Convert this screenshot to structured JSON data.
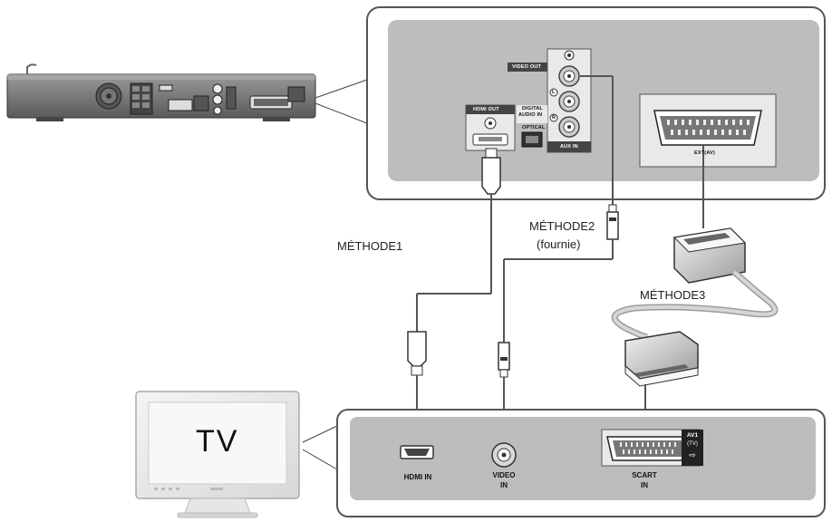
{
  "methods": {
    "method1": "MÉTHODE1",
    "method2_line1": "MÉTHODE2",
    "method2_line2": "(fournie)",
    "method3": "MÉTHODE3"
  },
  "player_panel": {
    "video_out": "VIDEO OUT",
    "hdmi_out": "HDMI OUT",
    "digital_audio_in": [
      "DIGITAL",
      "AUDIO IN"
    ],
    "optical": "OPTICAL",
    "aux_in": "AUX IN",
    "left": "L",
    "right": "R",
    "ext_av": "EXT(AV)"
  },
  "tv": {
    "screen_text": "TV",
    "hdmi_in": "HDMI IN",
    "video_in": [
      "VIDEO",
      "IN"
    ],
    "scart_in": [
      "SCART",
      "IN"
    ],
    "av1": "AV1",
    "av1_sub": "(TV)"
  },
  "colors": {
    "panel_fill": "#bdbdbd",
    "panel_frame": "#555555",
    "cable": "#555555",
    "scart_cable": "#c8c8c8"
  }
}
